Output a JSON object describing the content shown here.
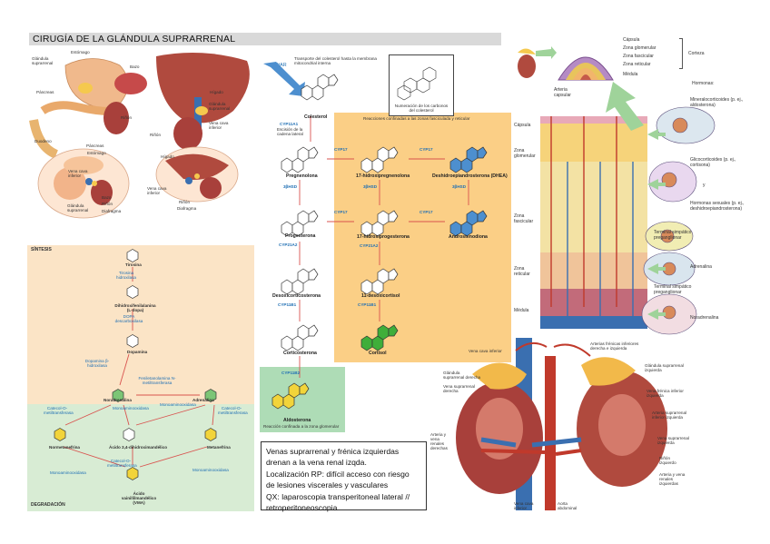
{
  "title": "CIRUGÍA DE LA GLÁNDULA SUPRARRENAL",
  "anatomy_top": {
    "fig1": [
      "Estómago",
      "Glándula suprarrenal",
      "Bazo",
      "Páncreas",
      "Riñón",
      "Duodeno"
    ],
    "fig2": [
      "Hígado",
      "Glándula suprarrenal",
      "Vena cava inferior",
      "Riñón"
    ],
    "fig3": [
      "Páncreas",
      "Estómago",
      "Vena cava inferior",
      "Bazo",
      "Riñón",
      "Glándula suprarrenal",
      "Diafragma"
    ],
    "fig4": [
      "Hígado",
      "Vena cava inferior",
      "Riñón",
      "Diafragma"
    ]
  },
  "steroidogenesis": {
    "star": "StAR",
    "transport_note": "Transporte del colesterol hasta la membrana mitocondrial interna",
    "numbering_note": "Numeración de los carbonos del colesterol",
    "confined_fasc_ret": "Reacciones confinadas a las zonas fasciculada y reticular",
    "confined_glom": "Reacción confinada a la zona glomerular",
    "cyp11a1": "CYP11A1",
    "cyp11a1_note": "Escisión de la cadena lateral",
    "enzymes": {
      "cyp17": "CYP17",
      "hsd": "3βHSD",
      "cyp21a2": "CYP21A2",
      "cyp11b1": "CYP11B1",
      "cyp11b2": "CYP11B2"
    },
    "compounds": {
      "colesterol": "Colesterol",
      "pregnenolona": "Pregnenolona",
      "progesterona": "Progesterona",
      "desoxicorticosterona": "Desoxicorticosterona",
      "corticosterona": "Corticosterona",
      "aldosterona": "Aldosterona",
      "oh_pregnenolona": "17-hidroxipregnenolona",
      "oh_progesterona": "17-hidroxiprogesterona",
      "desoxicortisol": "11-desoxicortisol",
      "cortisol": "Cortisol",
      "dhea": "Deshidroepiandrosterona (DHEA)",
      "androstenediona": "Androstenodiona"
    }
  },
  "catecholamines": {
    "sintesis": "SÍNTESIS",
    "degradacion": "DEGRADACIÓN",
    "tirosina": "Tirosina",
    "tirosina_hidroxilasa": "Tirosina hidroxilasa",
    "dopa": "Dihidroxifenilalanina (L-dopa)",
    "dopa_descarboxilasa": "DOPA descarboxilasa",
    "dopamina": "Dopamina",
    "dopamina_hidroxilasa": "Dopamina β-hidroxilasa",
    "noradrenalina": "Noradrenalina",
    "pnmt": "Feniletanolamina N-metiltransferasa",
    "adrenalina": "Adrenalina",
    "comt": "Catecol-O-metiltransferasa",
    "mao": "Monoaminooxidasa",
    "normetanefrina": "Normetanefrina",
    "dihidroximandelico": "Ácido 3,4-dihidroximandélico",
    "metanefrina": "Metanefrina",
    "vma": "Ácido vainillilmandélico (VMA)"
  },
  "note": {
    "lines": [
      "Venas suprarrenal y frénica izquierdas",
      "drenan a la vena renal izqda.",
      "Localización RP: difícil acceso con riesgo",
      "de lesiones viscerales y vasculares",
      "QX: laparoscopia transperitoneal lateral //",
      "retroperitoneoscopia"
    ]
  },
  "histology": {
    "capsula": "Cápsula",
    "zona_glomerular": "Zona glomerular",
    "zona_fascicular": "Zona fascicular",
    "zona_reticular": "Zona reticular",
    "medula": "Médula",
    "corteza": "Corteza",
    "arteria_capsular": "Arteria capsular",
    "hormonas": "Hormonas:",
    "mineralocorticoides": "Mineralocorticoides (p. ej., aldosterona)",
    "glucocorticoides": "Glicocorticoides (p. ej., cortisona)",
    "y": "y",
    "hormonas_sexuales": "Hormonas sexuales (p. ej., deshidroepiandrosterona)",
    "terminal": "Terminal simpático preganglionar",
    "adrenalina": "Adrenalina",
    "noradrenalina": "Noradrenalina"
  },
  "vascular": {
    "vena_cava": "Vena cava inferior",
    "arterias_frenicas": "Arterias frénicas inferiores derecha e izquierda",
    "gland_izq": "Glándula suprarrenal izquierda",
    "gland_der": "Glándula suprarrenal derecha",
    "vena_der": "Vena suprarrenal derecha",
    "vena_frenica": "Vena frénica inferior izquierda",
    "arteria_inf": "Arteria suprarrenal inferior izquierda",
    "arterias_renales": "Arteria y vena renales derechas",
    "vena_izq": "Vena suprarrenal izquierda",
    "rinon": "Riñón izquierdo",
    "arteria_vena_renales_izq": "Arteria y vena renales izquierdas",
    "vena_cava_bottom": "Vena cava inferior",
    "aorta": "Aorta abdominal"
  },
  "colors": {
    "orange_panel": "#fbcf86",
    "green_panel": "#aedcb6",
    "synth_panel": "#fbe4c6",
    "degr_panel": "#d8ecd4",
    "enzyme_blue": "#1f6fb4",
    "ring_blue": "#4d8fcf",
    "ring_green": "#3fae3a",
    "ring_yellow": "#f2d43a"
  }
}
